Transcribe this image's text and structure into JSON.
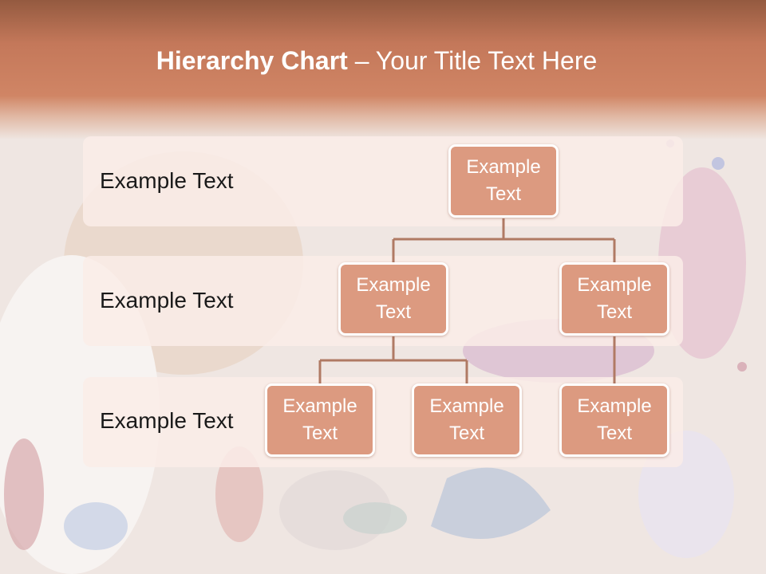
{
  "title": {
    "bold": "Hierarchy Chart",
    "rest": " – Your Title Text Here"
  },
  "levels": [
    {
      "label": "Example Text"
    },
    {
      "label": "Example Text"
    },
    {
      "label": "Example Text"
    }
  ],
  "nodes": {
    "root": "Example\nText",
    "level2_left": "Example\nText",
    "level2_right": "Example\nText",
    "level3_a": "Example\nText",
    "level3_b": "Example\nText",
    "level3_c": "Example\nText"
  },
  "colors": {
    "header": "#c4785a",
    "node_fill": "#dc9a80",
    "connector": "#b07a64",
    "band": "#faece8"
  }
}
